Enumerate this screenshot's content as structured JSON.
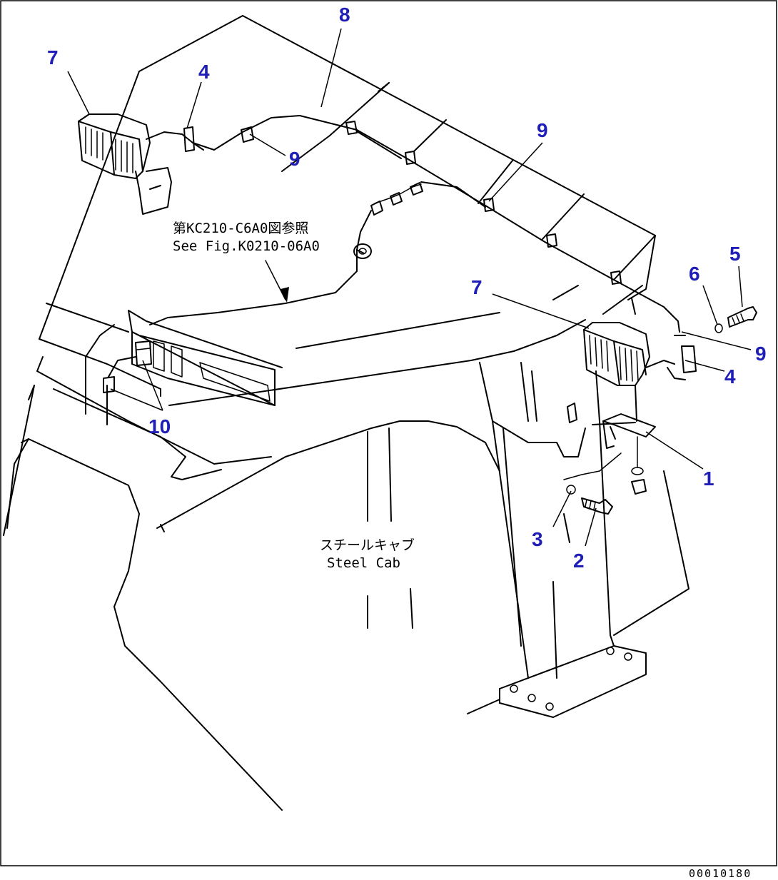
{
  "diagram": {
    "callouts": {
      "c1": "1",
      "c2": "2",
      "c3": "3",
      "c4a": "4",
      "c4b": "4",
      "c5": "5",
      "c6": "6",
      "c7a": "7",
      "c7b": "7",
      "c8": "8",
      "c9a": "9",
      "c9b": "9",
      "c9c": "9",
      "c10": "10"
    },
    "reference_note": {
      "jp": "第KC210-C6A0図参照",
      "en": "See Fig.K0210-06A0"
    },
    "cab_label": {
      "jp": "スチールキャブ",
      "en": "Steel Cab"
    },
    "drawing_number": "00010180"
  },
  "colors": {
    "callout": "#1f1fb8",
    "line": "#000000",
    "background": "#ffffff"
  }
}
